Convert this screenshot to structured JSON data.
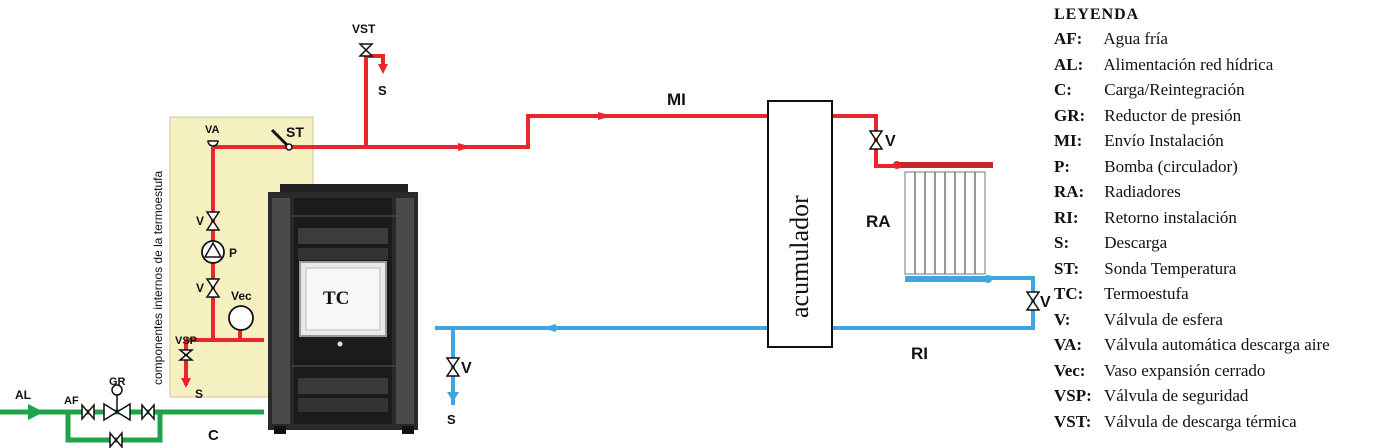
{
  "labels": {
    "vst": "VST",
    "s_top": "S",
    "mi": "MI",
    "va": "VA",
    "st": "ST",
    "v": "V",
    "p": "P",
    "vec": "Vec",
    "vsp": "VSP",
    "s_left": "S",
    "al": "AL",
    "af": "AF",
    "gr": "GR",
    "c": "C",
    "tc": "TC",
    "acumulador": "acumulador",
    "ra": "RA",
    "ri": "RI",
    "s_bottom": "S",
    "v_mid": "V",
    "v_top_right": "V",
    "v_right": "V",
    "internal_components": "componentes internos de la termoestufa"
  },
  "legend": {
    "title": "LEYENDA",
    "items": [
      {
        "code": "AF:",
        "text": "Agua fría"
      },
      {
        "code": "AL:",
        "text": "Alimentación red hídrica"
      },
      {
        "code": "C:",
        "text": "Carga/Reintegración"
      },
      {
        "code": "GR:",
        "text": "Reductor de presión"
      },
      {
        "code": "MI:",
        "text": "Envío Instalación"
      },
      {
        "code": "P:",
        "text": "Bomba (circulador)"
      },
      {
        "code": "RA:",
        "text": "Radiadores"
      },
      {
        "code": "RI:",
        "text": "Retorno instalación"
      },
      {
        "code": "S:",
        "text": "Descarga"
      },
      {
        "code": "ST:",
        "text": "Sonda Temperatura"
      },
      {
        "code": "TC:",
        "text": "Termoestufa"
      },
      {
        "code": "V:",
        "text": "Válvula de esfera"
      },
      {
        "code": "VA:",
        "text": "Válvula automática descarga aire"
      },
      {
        "code": "Vec:",
        "text": "Vaso expansión cerrado"
      },
      {
        "code": "VSP:",
        "text": "Válvula de seguridad"
      },
      {
        "code": "VST:",
        "text": "Válvula de descarga térmica"
      }
    ]
  },
  "colors": {
    "hot": "#e8262b",
    "cold": "#3da6e0",
    "feed": "#1fa34a",
    "panel": "#f4f0bf"
  }
}
